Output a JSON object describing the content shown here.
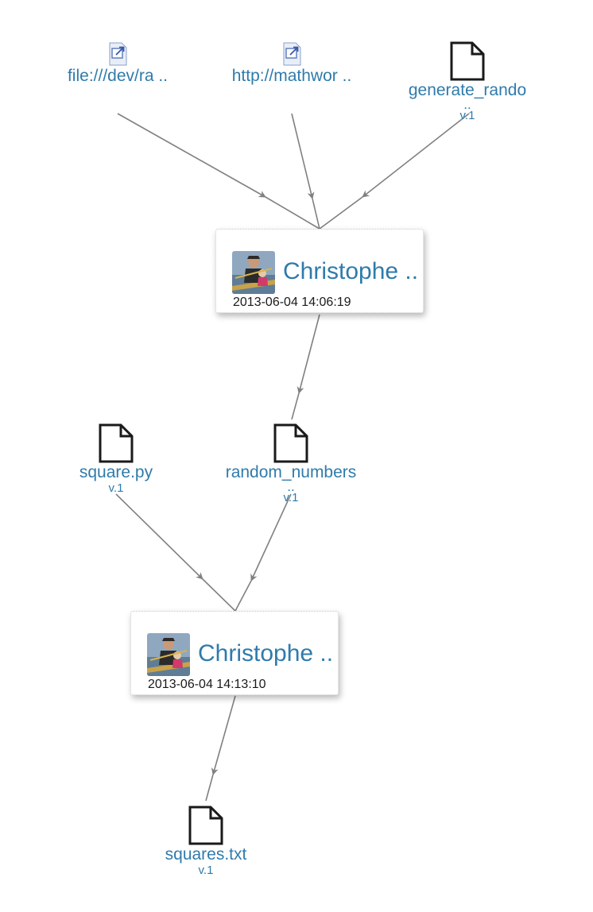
{
  "inputs": {
    "file_link": {
      "label": "file:///dev/ra .."
    },
    "http_link": {
      "label": "http://mathwor .."
    },
    "generate_script": {
      "label": "generate_rando",
      "ellipsis": "..",
      "version": "v.1"
    }
  },
  "activities": [
    {
      "user": "Christophe ..",
      "timestamp": "2013-06-04 14:06:19"
    },
    {
      "user": "Christophe ..",
      "timestamp": "2013-06-04 14:13:10"
    }
  ],
  "intermediate": {
    "square_py": {
      "label": "square.py",
      "version": "v.1"
    },
    "random_numbers": {
      "label": "random_numbers",
      "ellipsis": "..",
      "version": "v.1"
    }
  },
  "outputs": {
    "squares_txt": {
      "label": "squares.txt",
      "version": "v.1"
    }
  },
  "colors": {
    "link": "#2f7bab",
    "edge": "#808080",
    "icon": "#1a1a1a"
  },
  "icons": {
    "file": "file-icon",
    "link": "external-link-icon"
  }
}
